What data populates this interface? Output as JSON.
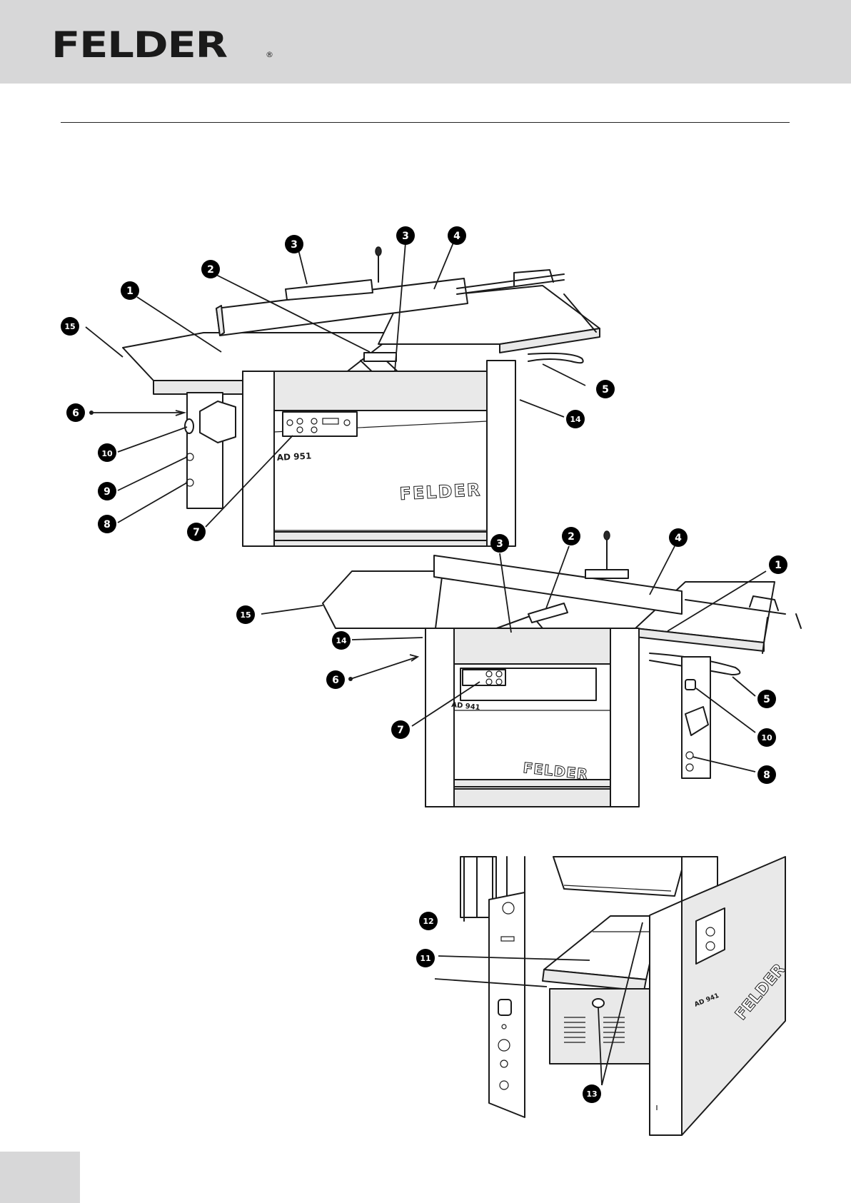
{
  "header": {
    "brand": "FELDER",
    "registered_mark": "®"
  },
  "figure_top": {
    "model_label": "AD 951",
    "brand_plate": "FELDER",
    "callouts": [
      "1",
      "2",
      "3",
      "3",
      "4",
      "5",
      "6",
      "7",
      "8",
      "9",
      "10",
      "14",
      "15"
    ]
  },
  "figure_middle": {
    "model_label": "AD 941",
    "brand_plate": "FELDER",
    "callouts": [
      "1",
      "2",
      "3",
      "4",
      "5",
      "6",
      "7",
      "8",
      "10",
      "14",
      "15"
    ]
  },
  "figure_bottom": {
    "model_label": "AD 941",
    "brand_plate": "FELDER",
    "callouts": [
      "11",
      "12",
      "13"
    ]
  },
  "colors": {
    "header_band": "#d7d7d8",
    "line_art": "#1a1a1a",
    "callout_fill": "#000000"
  }
}
